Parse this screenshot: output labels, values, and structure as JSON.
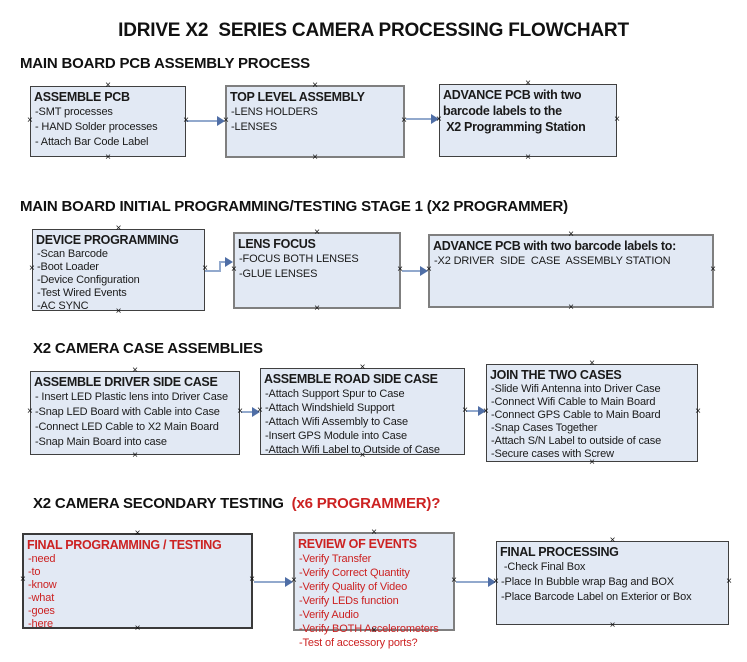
{
  "title": "IDRIVE X2  SERIES CAMERA PROCESSING FLOWCHART",
  "glyphs": {
    "handle": "×"
  },
  "colors": {
    "box_fill": "#e2e9f4",
    "border_dark": "#404040",
    "border_gray": "#7f7f7f",
    "arrow_line": "#92a9cd",
    "arrow_head": "#4f6ea6",
    "red_text": "#cc2222",
    "text": "#1a1a1a"
  },
  "sections": [
    {
      "heading": "MAIN BOARD PCB ASSEMBLY PROCESS",
      "boxes": [
        {
          "header": "ASSEMBLE PCB",
          "items": [
            "-SMT processes",
            "- HAND Solder processes",
            "- Attach Bar Code Label"
          ]
        },
        {
          "header": "TOP LEVEL ASSEMBLY",
          "items": [
            "-LENS HOLDERS",
            "-LENSES"
          ]
        },
        {
          "header": "ADVANCE PCB with two\nbarcode labels to the\n X2 Programming Station",
          "items": []
        }
      ]
    },
    {
      "heading": "MAIN BOARD INITIAL PROGRAMMING/TESTING STAGE 1 (X2 PROGRAMMER)",
      "boxes": [
        {
          "header": "DEVICE PROGRAMMING",
          "items": [
            "-Scan Barcode",
            "-Boot Loader",
            "-Device Configuration",
            "-Test Wired Events",
            "-AC SYNC"
          ]
        },
        {
          "header": "LENS FOCUS",
          "items": [
            "-FOCUS BOTH LENSES",
            "-GLUE LENSES"
          ]
        },
        {
          "header": "ADVANCE PCB with two barcode labels to:",
          "items": [
            "-X2 DRIVER  SIDE  CASE  ASSEMBLY STATION"
          ]
        }
      ]
    },
    {
      "heading": "X2 CAMERA CASE ASSEMBLIES",
      "boxes": [
        {
          "header": "ASSEMBLE DRIVER SIDE CASE",
          "items": [
            "- Insert LED Plastic lens into Driver Case",
            "-Snap LED Board with Cable into Case",
            "-Connect LED Cable to X2 Main Board",
            "-Snap Main Board into case"
          ]
        },
        {
          "header": "ASSEMBLE ROAD SIDE CASE",
          "items": [
            "-Attach Support Spur to Case",
            "-Attach Windshield Support",
            "-Attach Wifi Assembly to Case",
            "-Insert GPS Module into Case",
            "-Attach Wifi Label to Outside of Case"
          ]
        },
        {
          "header": "JOIN THE TWO CASES",
          "items": [
            "-Slide Wifi Antenna into Driver Case",
            "-Connect Wifi Cable to Main Board",
            "-Connect GPS Cable to Main Board",
            "-Snap Cases Together",
            "-Attach S/N Label to outside of case",
            "-Secure cases with Screw"
          ]
        }
      ]
    },
    {
      "heading": "X2 CAMERA SECONDARY TESTING ",
      "heading_red": " (x6 PROGRAMMER)?",
      "boxes": [
        {
          "header": "FINAL PROGRAMMING / TESTING",
          "items": [
            "-need",
            "-to",
            "-know",
            "-what",
            "-goes",
            "-here"
          ]
        },
        {
          "header": "REVIEW OF EVENTS",
          "items": [
            "-Verify Transfer",
            "-Verify Correct Quantity",
            "-Verify Quality of Video",
            "-Verify LEDs function",
            "-Verify Audio",
            "-Verify BOTH Accelerometers",
            "-Test of accessory ports?"
          ]
        },
        {
          "header": "FINAL PROCESSING",
          "items": [
            " -Check Final Box",
            "-Place In Bubble wrap Bag and BOX",
            "-Place Barcode Label on Exterior or Box"
          ]
        }
      ]
    }
  ]
}
